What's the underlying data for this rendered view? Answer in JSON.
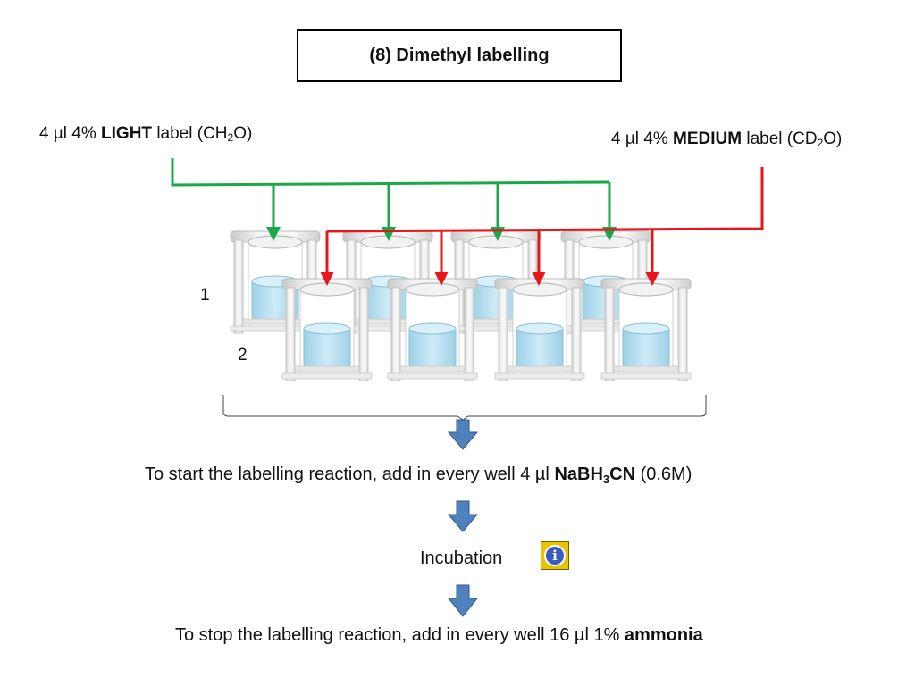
{
  "title": "(8) Dimethyl labelling",
  "light_label": {
    "prefix": "4 µl 4% ",
    "strong": "LIGHT",
    "middle": " label (CH",
    "sub": "2",
    "suffix": "O)"
  },
  "medium_label": {
    "prefix": "4 µl 4% ",
    "strong": "MEDIUM",
    "middle": " label (CD",
    "sub": "2",
    "suffix": "O)"
  },
  "row_labels": [
    "1",
    "2"
  ],
  "step_start": {
    "prefix": "To start the labelling reaction, add in every well 4 µl ",
    "strong_a": "NaBH",
    "strong_sub": "3",
    "strong_b": "CN",
    "suffix": " (0.6M)"
  },
  "step_incubation": "Incubation",
  "step_stop": {
    "prefix": "To stop the labelling reaction, add in every well 16 µl 1% ",
    "strong": "ammonia"
  },
  "colors": {
    "light_line": "#1aa84a",
    "medium_line": "#e8161b",
    "flow_arrow": "#4f81bd",
    "liquid": "#bfe3f2",
    "info_bg": "#e8c400"
  },
  "icons": {
    "info": "info-icon"
  }
}
